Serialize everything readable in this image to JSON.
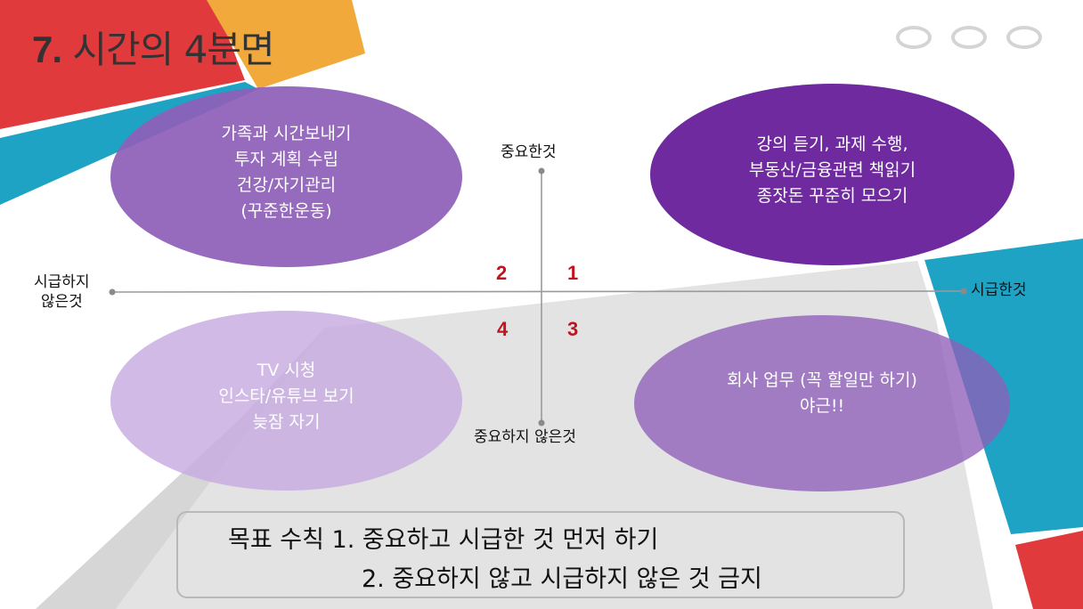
{
  "slide": {
    "title_number": "7.",
    "title_text": "시간의 4분면"
  },
  "window_controls": [
    "circle-button",
    "circle-button",
    "circle-button"
  ],
  "axes": {
    "top_label": "중요한것",
    "bottom_label": "중요하지 않은것",
    "left_label": "시급하지\n않은것",
    "right_label": "시급한것"
  },
  "quadrant_numbers": {
    "q1": "1",
    "q2": "2",
    "q3": "3",
    "q4": "4"
  },
  "quadrants": {
    "top_left": "가족과 시간보내기\n투자 계획 수립\n건강/자기관리\n(꾸준한운동)",
    "top_right": "강의 듣기, 과제 수행,\n부동산/금융관련 책읽기\n종잣돈 꾸준히 모으기",
    "bottom_left": "TV 시청\n인스타/유튜브 보기\n늦잠 자기",
    "bottom_right": "회사 업무 (꼭 할일만 하기)\n야근!!"
  },
  "goals": {
    "line1": "목표 수칙 1. 중요하고 시급한 것 먼저 하기",
    "line2": "2. 중요하지 않고 시급하지 않은 것 금지"
  },
  "colors": {
    "red": "#e03a3c",
    "orange": "#f0a93a",
    "teal": "#1fa3c4",
    "purple_mid": "#8e5fb8",
    "purple_dark": "#6e2a9e",
    "purple_light": "#c7ace0",
    "gray_panel": "#e3e3e3"
  }
}
